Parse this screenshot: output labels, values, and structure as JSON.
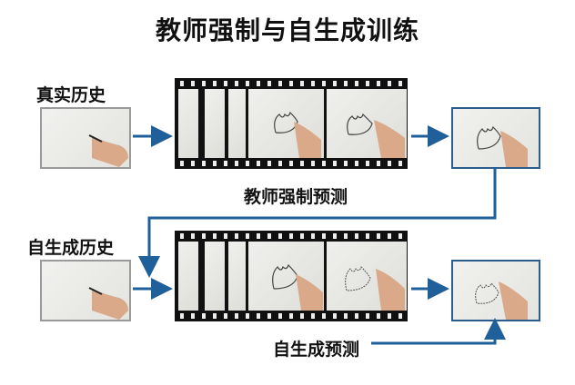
{
  "title": "教师强制与自生成训练",
  "labels": {
    "real_history": "真实历史",
    "teacher_forcing": "教师强制预测",
    "self_history": "自生成历史",
    "self_prediction": "自生成预测"
  },
  "colors": {
    "arrow": "#1f5f9a",
    "frame_border": "#2b5d8f",
    "film": "#111111"
  }
}
